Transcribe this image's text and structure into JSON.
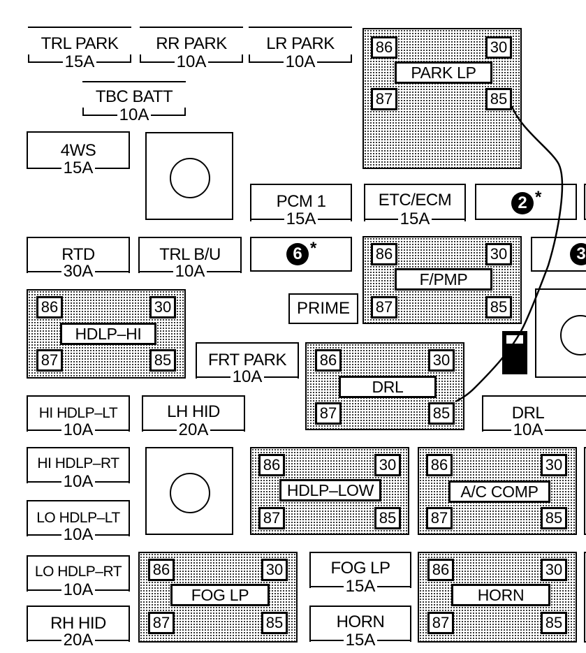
{
  "pins": {
    "p86": "86",
    "p30": "30",
    "p87": "87",
    "p85": "85"
  },
  "fuses": {
    "trl_park": {
      "name": "TRL PARK",
      "amp": "15A"
    },
    "rr_park": {
      "name": "RR PARK",
      "amp": "10A"
    },
    "lr_park": {
      "name": "LR PARK",
      "amp": "10A"
    },
    "tbc_batt": {
      "name": "TBC BATT",
      "amp": "10A"
    },
    "fws": {
      "name": "4WS",
      "amp": "15A"
    },
    "pcm1": {
      "name": "PCM 1",
      "amp": "15A"
    },
    "etc_ecm": {
      "name": "ETC/ECM",
      "amp": "15A"
    },
    "rtd": {
      "name": "RTD",
      "amp": "30A"
    },
    "trl_bu": {
      "name": "TRL B/U",
      "amp": "10A"
    },
    "frt_park": {
      "name": "FRT PARK",
      "amp": "10A"
    },
    "hi_hdlp_lt": {
      "name": "HI HDLP–LT",
      "amp": "10A"
    },
    "lh_hid": {
      "name": "LH HID",
      "amp": "20A"
    },
    "drl": {
      "name": "DRL",
      "amp": "10A"
    },
    "hi_hdlp_rt": {
      "name": "HI HDLP–RT",
      "amp": "10A"
    },
    "lo_hdlp_lt": {
      "name": "LO HDLP–LT",
      "amp": "10A"
    },
    "lo_hdlp_rt": {
      "name": "LO HDLP–RT",
      "amp": "10A"
    },
    "fog_lp": {
      "name": "FOG LP",
      "amp": "15A"
    },
    "rh_hid": {
      "name": "RH HID",
      "amp": "20A"
    },
    "horn": {
      "name": "HORN",
      "amp": "15A"
    }
  },
  "relays": {
    "park_lp": "PARK LP",
    "f_pmp": "F/PMP",
    "hdlp_hi": "HDLP–HI",
    "drl": "DRL",
    "hdlp_low": "HDLP–LOW",
    "ac_comp": "A/C COMP",
    "fog_lp": "FOG LP",
    "horn": "HORN"
  },
  "prime": "PRIME",
  "badges": {
    "b2": "2",
    "b6": "6",
    "b3": "3",
    "star": "*"
  }
}
